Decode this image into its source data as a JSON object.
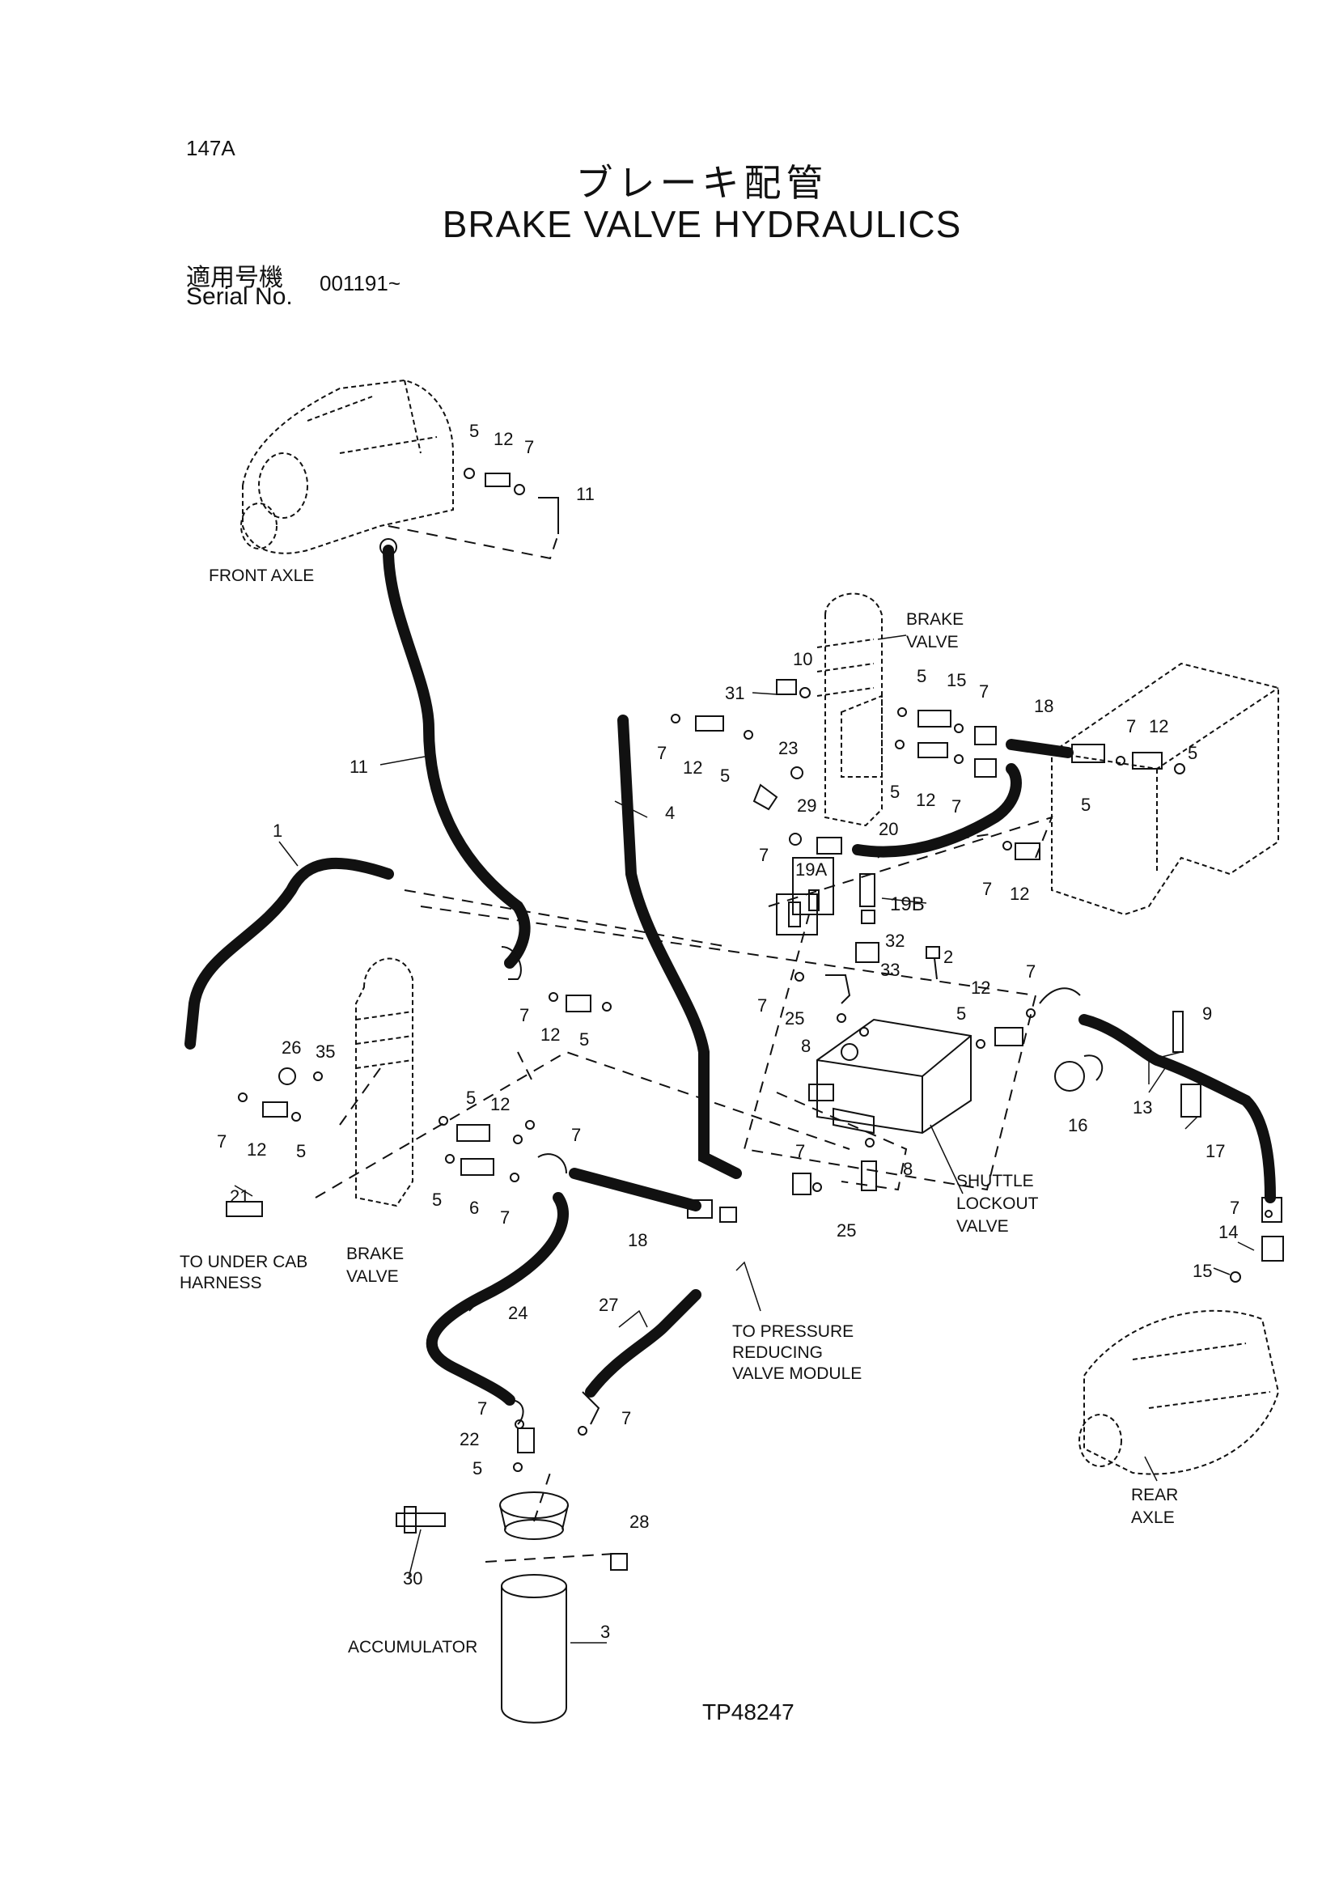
{
  "header": {
    "page_code": "147A",
    "title_jp": "ブレーキ配管",
    "title_en": "BRAKE  VALVE  HYDRAULICS",
    "serial_label_jp": "適用号機",
    "serial_label_en": "Serial No.",
    "serial_value": "001191~"
  },
  "labels": {
    "front_axle": "FRONT AXLE",
    "brake_valve_top_1": "BRAKE",
    "brake_valve_top_2": "VALVE",
    "brake_valve_left_1": "BRAKE",
    "brake_valve_left_2": "VALVE",
    "shuttle_1": "SHUTTLE",
    "shuttle_2": "LOCKOUT",
    "shuttle_3": "VALVE",
    "under_cab_1": "TO UNDER CAB",
    "under_cab_2": "HARNESS",
    "pressure_1": "TO PRESSURE",
    "pressure_2": "REDUCING",
    "pressure_3": "VALVE MODULE",
    "rear_axle_1": "REAR",
    "rear_axle_2": "AXLE",
    "accumulator": "ACCUMULATOR"
  },
  "callouts": {
    "c5a": "5",
    "c12a": "12",
    "c7a": "7",
    "c11a": "11",
    "c11b": "11",
    "c10": "10",
    "c31": "31",
    "c5b": "5",
    "c15a": "15",
    "c7b": "7",
    "c18a": "18",
    "c7c": "7",
    "c12b": "12",
    "c5c": "5",
    "c23": "23",
    "c29": "29",
    "c5d": "5",
    "c12c": "12",
    "c7d": "7",
    "c7e": "7",
    "c12d": "12",
    "c5e": "5",
    "c5f": "5",
    "c4": "4",
    "c20": "20",
    "c7f": "7",
    "c19a": "19A",
    "c19b": "19B",
    "c7g": "7",
    "c12e": "12",
    "c1": "1",
    "c32": "32",
    "c2": "2",
    "c33": "33",
    "c7h": "7",
    "c25a": "25",
    "c8a": "8",
    "c12f": "12",
    "c7i": "7",
    "c5g": "5",
    "c7j": "7",
    "c12g": "12",
    "c5h": "5",
    "c9": "9",
    "c13": "13",
    "c16": "16",
    "c17": "17",
    "c26": "26",
    "c35": "35",
    "c7k": "7",
    "c12h": "12",
    "c5i": "5",
    "c5j": "5",
    "c12i": "12",
    "c7l": "7",
    "c5k": "5",
    "c6": "6",
    "c7m": "7",
    "c21": "21",
    "c7n": "7",
    "c8b": "8",
    "c25b": "25",
    "c18b": "18",
    "c7o": "7",
    "c14": "14",
    "c15b": "15",
    "c24": "24",
    "c27": "27",
    "c7p": "7",
    "c22": "22",
    "c5l": "5",
    "c7q": "7",
    "c28": "28",
    "c30": "30",
    "c3": "3"
  },
  "drawing_number": "TP48247"
}
